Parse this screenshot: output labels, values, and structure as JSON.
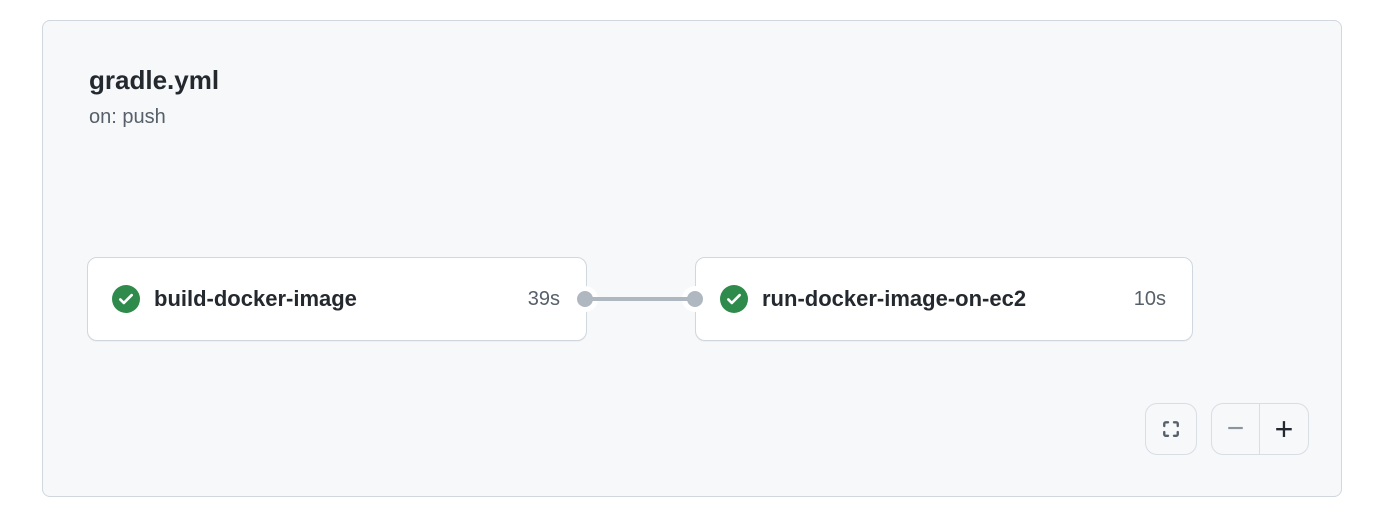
{
  "header": {
    "title": "gradle.yml",
    "trigger": "on: push"
  },
  "jobs": [
    {
      "name": "build-docker-image",
      "duration": "39s",
      "status": "success"
    },
    {
      "name": "run-docker-image-on-ec2",
      "duration": "10s",
      "status": "success"
    }
  ],
  "controls": {
    "zoom_out": "−",
    "zoom_in": "+"
  },
  "icons": {
    "status": "check-circle-fill-icon",
    "fullscreen": "fullscreen-icon"
  },
  "colors": {
    "success_green": "#2e8b4c",
    "card_background": "#f6f8fa",
    "node_background": "#ffffff",
    "border": "#d0d7de",
    "connector_gray": "#afb8c1",
    "text_primary": "#24292f",
    "text_secondary": "#57606a"
  }
}
